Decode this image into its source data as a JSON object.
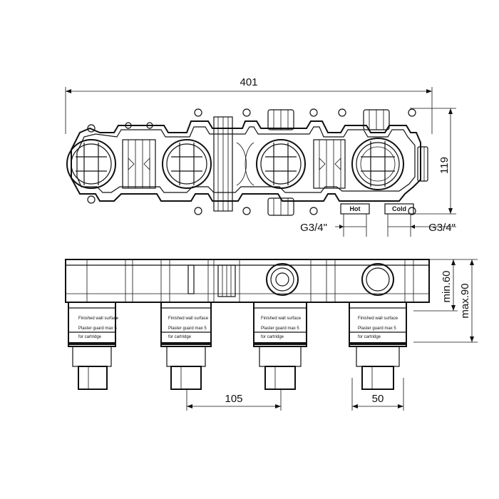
{
  "dimensions": {
    "overall_width": "401",
    "height": "119",
    "inlet_left": "G3/4\"",
    "inlet_right": "G3/4\"",
    "spacing": "105",
    "spacing_small": "50",
    "depth_min": "min.60",
    "depth_max": "max.90"
  },
  "port_labels": {
    "hot": "Hot",
    "cold": "Cold"
  },
  "cartridge_labels": {
    "line1": "Finished wall surface",
    "line2": "Finished wall surface",
    "line3": "Plaster guard max 5",
    "line4": "for cartridge"
  }
}
